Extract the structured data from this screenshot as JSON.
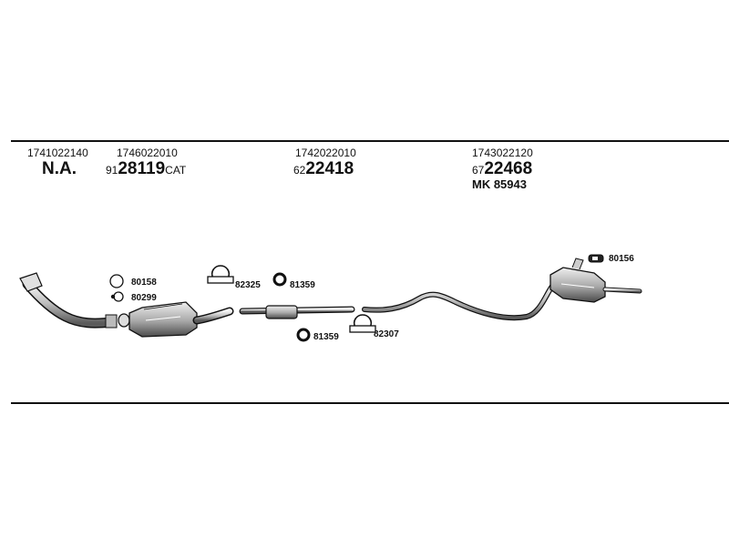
{
  "columns": [
    {
      "part_number": "1741022140",
      "main": "N.A.",
      "prefix": "",
      "suffix": "",
      "extra": ""
    },
    {
      "part_number": "1746022010",
      "main": "28119",
      "prefix": "91",
      "suffix": "CAT",
      "extra": ""
    },
    {
      "part_number": "1742022010",
      "main": "22418",
      "prefix": "62",
      "suffix": "",
      "extra": ""
    },
    {
      "part_number": "1743022120",
      "main": "22468",
      "prefix": "67",
      "suffix": "",
      "extra": "MK 85943"
    }
  ],
  "callouts": [
    {
      "code": "80158",
      "icon": "ring-icon"
    },
    {
      "code": "80299",
      "icon": "ring-washer-icon"
    },
    {
      "code": "82325",
      "icon": "u-clamp-icon"
    },
    {
      "code": "81359",
      "icon": "gasket-ring-icon"
    },
    {
      "code": "81359",
      "icon": "gasket-ring-icon"
    },
    {
      "code": "82307",
      "icon": "u-clamp-icon"
    },
    {
      "code": "80156",
      "icon": "rubber-hanger-icon"
    }
  ],
  "colors": {
    "ink": "#111111",
    "fill": "#cfcfcf",
    "shade": "#8a8a8a",
    "background": "#ffffff"
  }
}
